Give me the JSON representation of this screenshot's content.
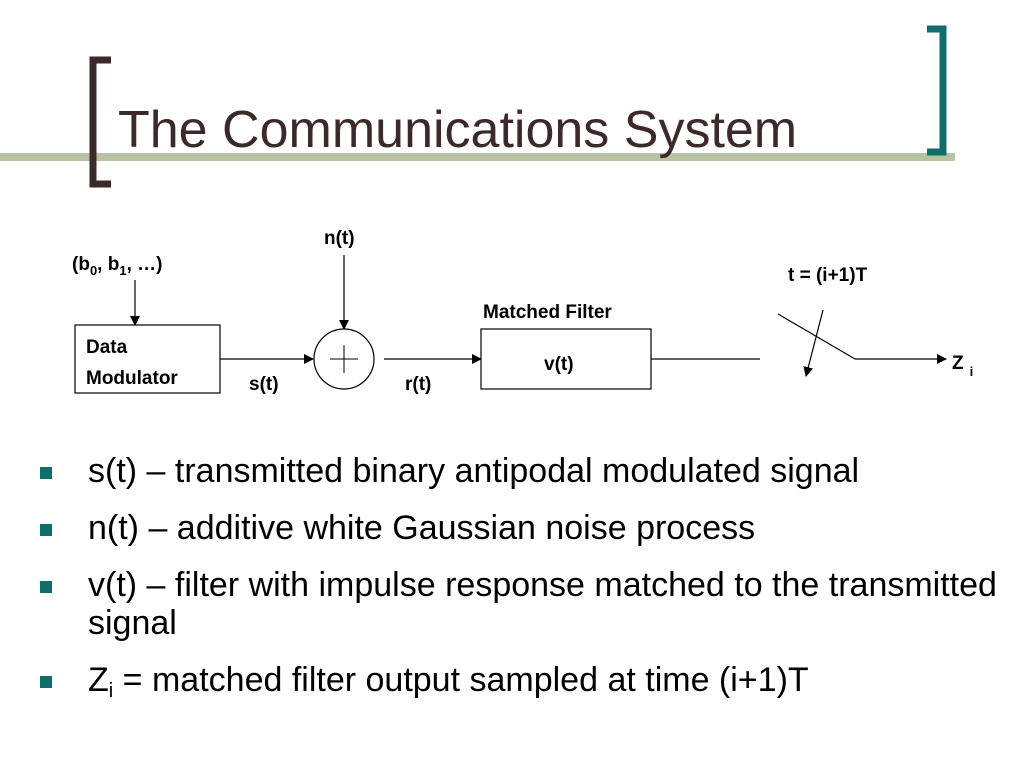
{
  "slide": {
    "title": "The Communications System"
  },
  "diagram": {
    "input_label": {
      "pre": "(b",
      "s0": "0",
      "mid": ", b",
      "s1": "1",
      "post": ", …)"
    },
    "noise_label": "n(t)",
    "modulator_line1": "Data",
    "modulator_line2": "Modulator",
    "signal_label": "s(t)",
    "received_label": "r(t)",
    "filter_title": "Matched Filter",
    "filter_label": "v(t)",
    "sample_time_label": "t = (i+1)T",
    "output_label": {
      "main": "Z",
      "sub": "i"
    }
  },
  "bullets": [
    {
      "text": "s(t) – transmitted binary antipodal modulated signal"
    },
    {
      "text": "n(t) – additive white Gaussian noise process"
    },
    {
      "text": "v(t) – filter with impulse response matched to the transmitted signal"
    },
    {
      "main": "Z",
      "sub": "i",
      "rest": " = matched filter output sampled at time (i+1)T"
    }
  ],
  "colors": {
    "title_text": "#3c2a2a",
    "left_bracket": "#3c2a2a",
    "right_bracket": "#0f6e6a",
    "title_underline": "#b7c3a3",
    "bullet_marker": "#0f6e6a"
  }
}
